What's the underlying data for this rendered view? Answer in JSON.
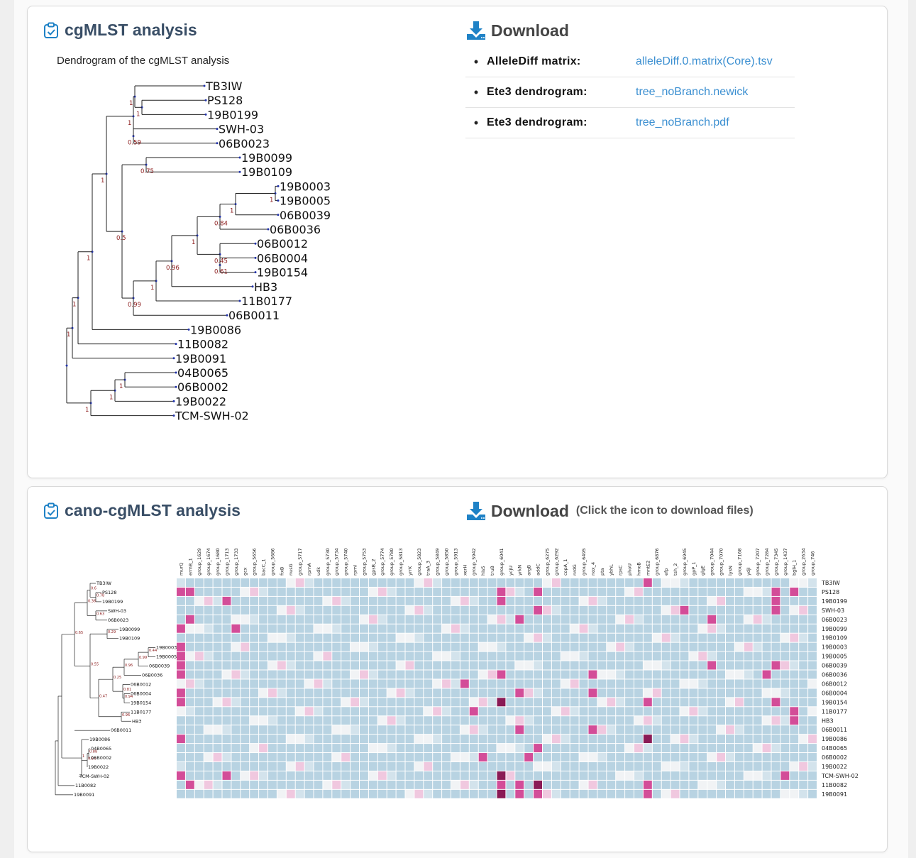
{
  "section1": {
    "title": "cgMLST analysis",
    "download_title": "Download",
    "dendrogram_title": "Dendrogram of the cgMLST analysis",
    "downloads": [
      {
        "label": "AlleleDiff matrix:",
        "link": "alleleDiff.0.matrix(Core).tsv"
      },
      {
        "label": "Ete3 dendrogram:",
        "link": "tree_noBranch.newick"
      },
      {
        "label": "Ete3 dendrogram:",
        "link": "tree_noBranch.pdf"
      }
    ],
    "tree": {
      "leaves": [
        "TB3IW",
        "PS128",
        "19B0199",
        "SWH-03",
        "06B0023",
        "19B0099",
        "19B0109",
        "19B0003",
        "19B0005",
        "06B0039",
        "06B0036",
        "06B0012",
        "06B0004",
        "19B0154",
        "HB3",
        "11B0177",
        "06B0011",
        "19B0086",
        "11B0082",
        "19B0091",
        "04B0065",
        "06B0002",
        "19B0022",
        "TCM-SWH-02"
      ],
      "support_values": [
        "1",
        "1",
        "0.59",
        "1",
        "0.75",
        "1",
        "1",
        "0.84",
        "0.61",
        "0.45",
        "1",
        "0.96",
        "1",
        "0.99",
        "0.5",
        "1",
        "1",
        "1",
        "1",
        "1",
        "1",
        "1"
      ]
    }
  },
  "section2": {
    "title": "cano-cgMLST analysis",
    "download_title": "Download",
    "download_hint": "(Click the icon to download files)",
    "tree": {
      "leaves": [
        "TB3IW",
        "PS128",
        "19B0199",
        "SWH-03",
        "06B0023",
        "19B0099",
        "19B0109",
        "19B0003",
        "19B0005",
        "06B0039",
        "06B0036",
        "06B0012",
        "06B0004",
        "19B0154",
        "11B0177",
        "HB3",
        "06B0011",
        "19B0086",
        "04B0065",
        "06B0002",
        "19B0022",
        "TCM-SWH-02",
        "11B0082",
        "19B0091"
      ],
      "support_values": [
        "0.78",
        "0.6",
        "0.63",
        "0.36",
        "0.29",
        "0.44",
        "0.99",
        "0.96",
        "0.94",
        "0.81",
        "0.25",
        "0.96",
        "0.47",
        "0.55",
        "0.65",
        "0.88",
        "0.64",
        "1"
      ]
    },
    "heatmap": {
      "genes": [
        "murQ",
        "ermB_1",
        "group_1629",
        "group_1674",
        "group_1680",
        "group_1713",
        "group_1733",
        "gcx",
        "group_5656",
        "bacC_1",
        "group_5686",
        "fixB",
        "nusG",
        "group_5717",
        "rpmA",
        "udk",
        "group_5730",
        "group_5734",
        "group_5740",
        "rpmI",
        "group_5753",
        "gpsB_2",
        "group_5774",
        "group_5780",
        "group_5813",
        "yrrK",
        "group_5823",
        "traA_3",
        "group_5849",
        "group_5850",
        "group_5913",
        "xerH",
        "group_5942",
        "hisS",
        "truB",
        "group_6041",
        "ycjU",
        "yrkN",
        "argB",
        "addC",
        "group_6275",
        "group_6292",
        "copA_1",
        "nrdG",
        "group_6495",
        "nox_4",
        "pta",
        "ybhL",
        "rpsC",
        "phoU",
        "hmoB",
        "mntE2",
        "group_6876",
        "efp",
        "tsh_2",
        "group_6945",
        "gpP_1",
        "glgE",
        "group_7044",
        "group_7070",
        "lysN",
        "group_7168",
        "ydjI",
        "group_7207",
        "group_7284",
        "group_7345",
        "group_1437",
        "bglH_1",
        "group_2634",
        "group_746"
      ],
      "rows": [
        "TB3IW",
        "PS128",
        "19B0199",
        "SWH-03",
        "06B0023",
        "19B0099",
        "19B0109",
        "19B0003",
        "19B0005",
        "06B0039",
        "06B0036",
        "06B0012",
        "06B0004",
        "19B0154",
        "11B0177",
        "HB3",
        "06B0011",
        "19B0086",
        "04B0065",
        "06B0002",
        "19B0022",
        "TCM-SWH-02",
        "11B0082",
        "19B0091"
      ],
      "high_cells": [
        [
          0,
          51
        ],
        [
          1,
          0
        ],
        [
          1,
          1
        ],
        [
          1,
          35
        ],
        [
          1,
          39
        ],
        [
          1,
          65
        ],
        [
          1,
          67
        ],
        [
          2,
          5
        ],
        [
          2,
          35
        ],
        [
          2,
          65
        ],
        [
          3,
          39
        ],
        [
          3,
          55
        ],
        [
          3,
          65
        ],
        [
          4,
          1
        ],
        [
          4,
          37
        ],
        [
          4,
          58
        ],
        [
          5,
          0
        ],
        [
          5,
          6
        ],
        [
          7,
          0
        ],
        [
          8,
          0
        ],
        [
          9,
          0
        ],
        [
          9,
          58
        ],
        [
          9,
          65
        ],
        [
          10,
          35
        ],
        [
          10,
          45
        ],
        [
          10,
          64
        ],
        [
          11,
          31
        ],
        [
          12,
          0
        ],
        [
          12,
          37
        ],
        [
          12,
          45
        ],
        [
          13,
          0
        ],
        [
          13,
          35
        ],
        [
          13,
          51
        ],
        [
          13,
          65
        ],
        [
          14,
          32
        ],
        [
          14,
          67
        ],
        [
          15,
          67
        ],
        [
          16,
          37
        ],
        [
          16,
          45
        ],
        [
          17,
          0
        ],
        [
          17,
          51
        ],
        [
          18,
          39
        ],
        [
          19,
          33
        ],
        [
          19,
          38
        ],
        [
          21,
          0
        ],
        [
          21,
          5
        ],
        [
          21,
          35
        ],
        [
          21,
          66
        ],
        [
          22,
          1
        ],
        [
          22,
          35
        ],
        [
          22,
          37
        ],
        [
          22,
          51
        ],
        [
          23,
          35
        ],
        [
          23,
          37
        ],
        [
          23,
          39
        ],
        [
          23,
          51
        ]
      ],
      "colors": {
        "low": "#b8d3e2",
        "mid": "#f1f3f5",
        "high": "#d34d98",
        "max": "#8a1a55"
      }
    }
  },
  "colors": {
    "accent_blue": "#1f82c6",
    "link": "#3b8fd1",
    "title": "#394e66"
  }
}
